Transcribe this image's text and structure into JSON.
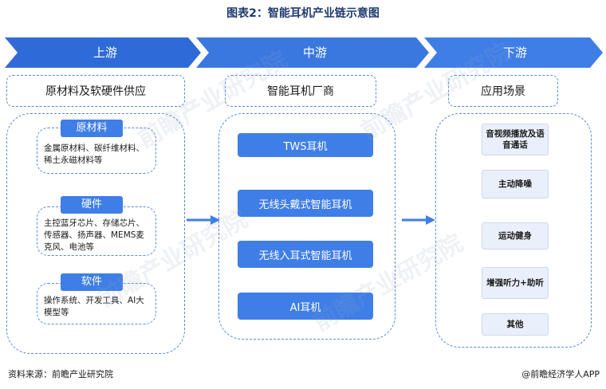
{
  "title": "图表2：智能耳机产业链示意图",
  "stages": [
    {
      "label": "上游",
      "head": "原材料及软硬件供应"
    },
    {
      "label": "中游",
      "head": "智能耳机厂商"
    },
    {
      "label": "下游",
      "head": "应用场景"
    }
  ],
  "upstream": [
    {
      "tag": "原材料",
      "text": "金属原材料、碳纤维材料、稀土永磁材料等"
    },
    {
      "tag": "硬件",
      "text": "主控蓝牙芯片、存储芯片、传感器、扬声器、MEMS麦克风、电池等"
    },
    {
      "tag": "软件",
      "text": "操作系统、开发工具、AI大模型等"
    }
  ],
  "midstream": [
    "TWS耳机",
    "无线头戴式智能耳机",
    "无线入耳式智能耳机",
    "AI耳机"
  ],
  "downstream": [
    "音视频播放及语音通话",
    "主动降噪",
    "运动健身",
    "增强听力+助听",
    "其他"
  ],
  "footer": {
    "source": "资料来源：前瞻产业研究院",
    "brand": "@前瞻经济学人APP"
  },
  "watermark": "前瞻产业研究院",
  "colors": {
    "stage_dark": "#2a62cf",
    "stage_light": "#4a86e8",
    "accent": "#3f7ee6",
    "dash": "#5b8bd3"
  }
}
